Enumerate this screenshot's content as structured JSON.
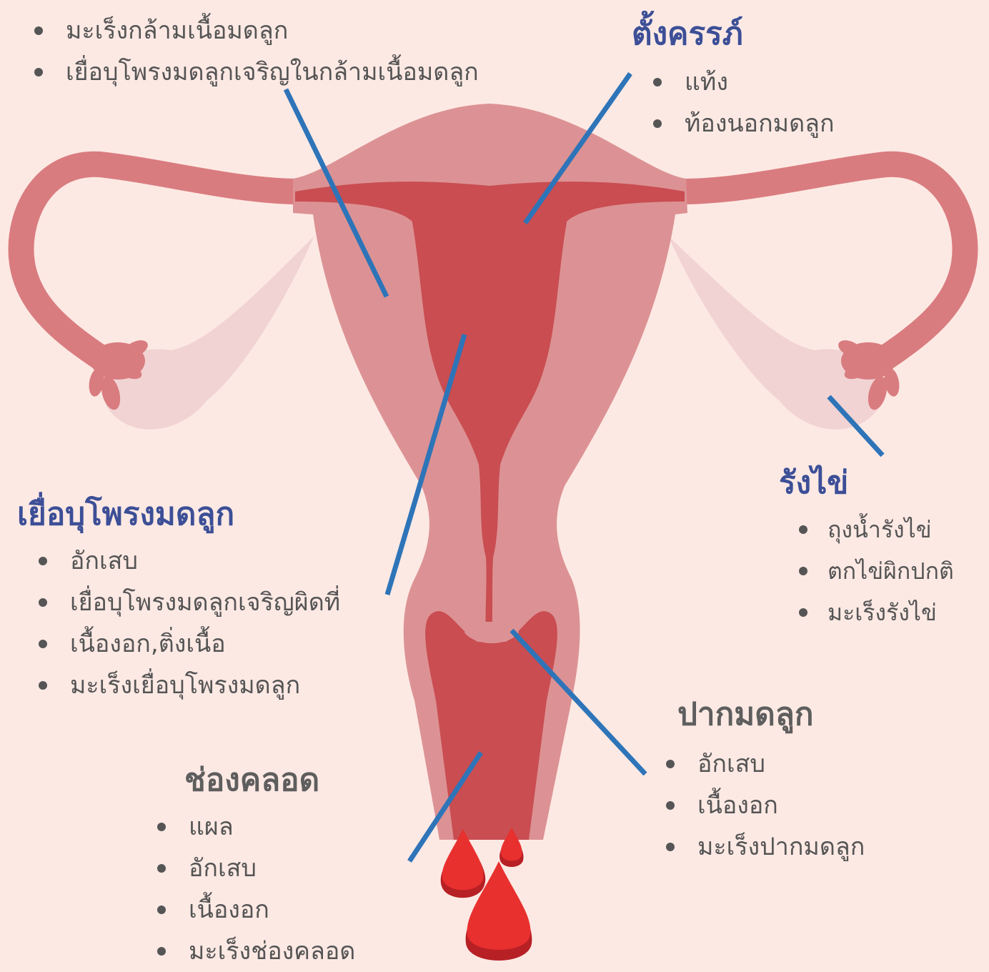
{
  "colors": {
    "background": "#fde9e4",
    "uterus_outer": "#dc9294",
    "uterus_inner": "#c94d51",
    "tube": "#d97c7f",
    "ovary_shadow": "#f1d3d3",
    "blood": "#e8302f",
    "blood_dark": "#b72025",
    "pointer_line": "#2e74b8",
    "heading_blue": "#3c4f97",
    "heading_gray": "#5e5e5e",
    "text": "#555555"
  },
  "myometrium": {
    "items": [
      "มะเร็งกล้ามเนื้อมดลูก",
      "เยื่อบุโพรงมดลูกเจริญในกล้ามเนื้อมดลูก"
    ]
  },
  "pregnancy": {
    "title": "ตั้งครรภ์",
    "items": [
      "แท้ง",
      "ท้องนอกมดลูก"
    ]
  },
  "endometrium": {
    "title": "เยื่อบุโพรงมดลูก",
    "items": [
      "อักเสบ",
      "เยื่อบุโพรงมดลูกเจริญผิดที่",
      "เนื้องอก,ติ่งเนื้อ",
      "มะเร็งเยื่อบุโพรงมดลูก"
    ]
  },
  "ovary": {
    "title": "รังไข่",
    "items": [
      "ถุงน้ำรังไข่",
      "ตกไข่ผิกปกติ",
      "มะเร็งรังไข่"
    ]
  },
  "cervix": {
    "title": "ปากมดลูก",
    "items": [
      "อักเสบ",
      "เนื้องอก",
      "มะเร็งปากมดลูก"
    ]
  },
  "vagina": {
    "title": "ช่องคลอด",
    "items": [
      "แผล",
      "อักเสบ",
      "เนื้องอก",
      "มะเร็งช่องคลอด"
    ]
  }
}
